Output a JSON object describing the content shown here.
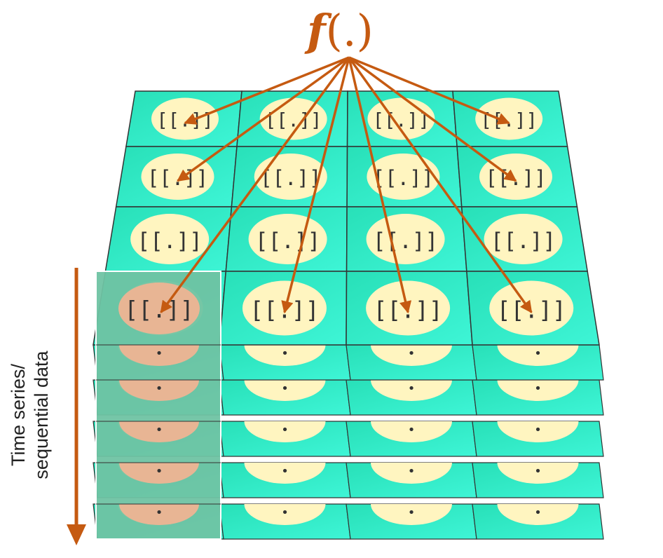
{
  "function_label": {
    "f": "f",
    "args": "(.)"
  },
  "cell_label": "[[.]]",
  "dot_label": "•",
  "axis_label": {
    "line1": "Time series/",
    "line2": "sequential data"
  },
  "colors": {
    "accent": "#c55a11",
    "cell_fill": "#33e8c4",
    "oval_fill": "#fff5c0",
    "highlight_fill": "#6fc3a3",
    "highlight_oval": "#e8b594",
    "grid_line": "#333333"
  },
  "grid": {
    "rows": 4,
    "cols": 4,
    "stacked_layers": 5
  },
  "arrow_targets": [
    {
      "row": 0,
      "col": 0
    },
    {
      "row": 0,
      "col": 3
    },
    {
      "row": 1,
      "col": 0
    },
    {
      "row": 1,
      "col": 3
    },
    {
      "row": 3,
      "col": 0
    },
    {
      "row": 3,
      "col": 1
    },
    {
      "row": 3,
      "col": 2
    },
    {
      "row": 3,
      "col": 3
    }
  ]
}
